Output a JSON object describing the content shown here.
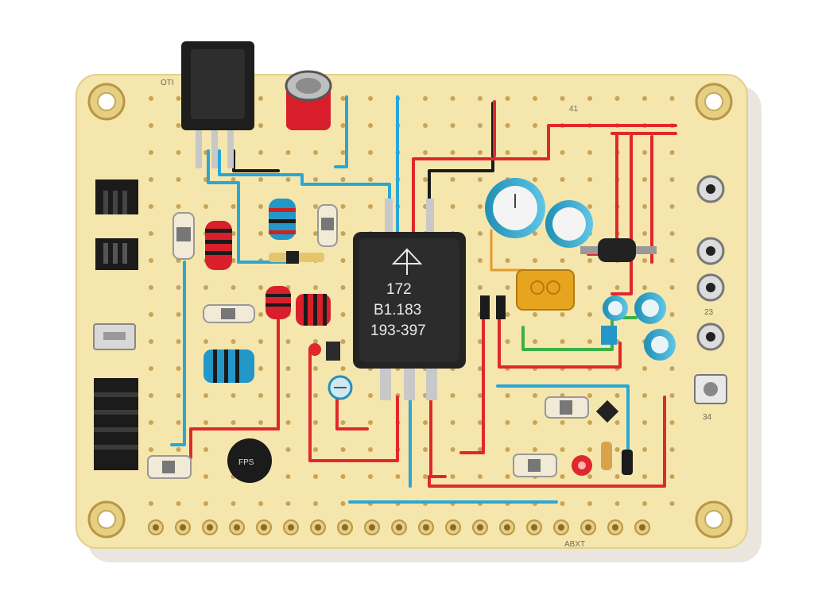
{
  "board": {
    "color": "#f5e6ad",
    "shadow": "#d9d4c6",
    "hole_color": "#c9a458"
  },
  "main_ic": {
    "line1": "172",
    "line2": "B1.183",
    "line3": "193-397",
    "logo_icon": "arrow-up-triangle-icon"
  },
  "silkscreen": {
    "top_left": "OTI",
    "top_mid": "41",
    "right_1": "23",
    "right_2": "34",
    "bottom": "ABXT",
    "buzzer": "FPS"
  },
  "wire_colors": {
    "red": "#e0282c",
    "blue": "#2aa7d6",
    "black": "#1a1a1a",
    "green": "#3cb043",
    "orange": "#e59a2a"
  }
}
